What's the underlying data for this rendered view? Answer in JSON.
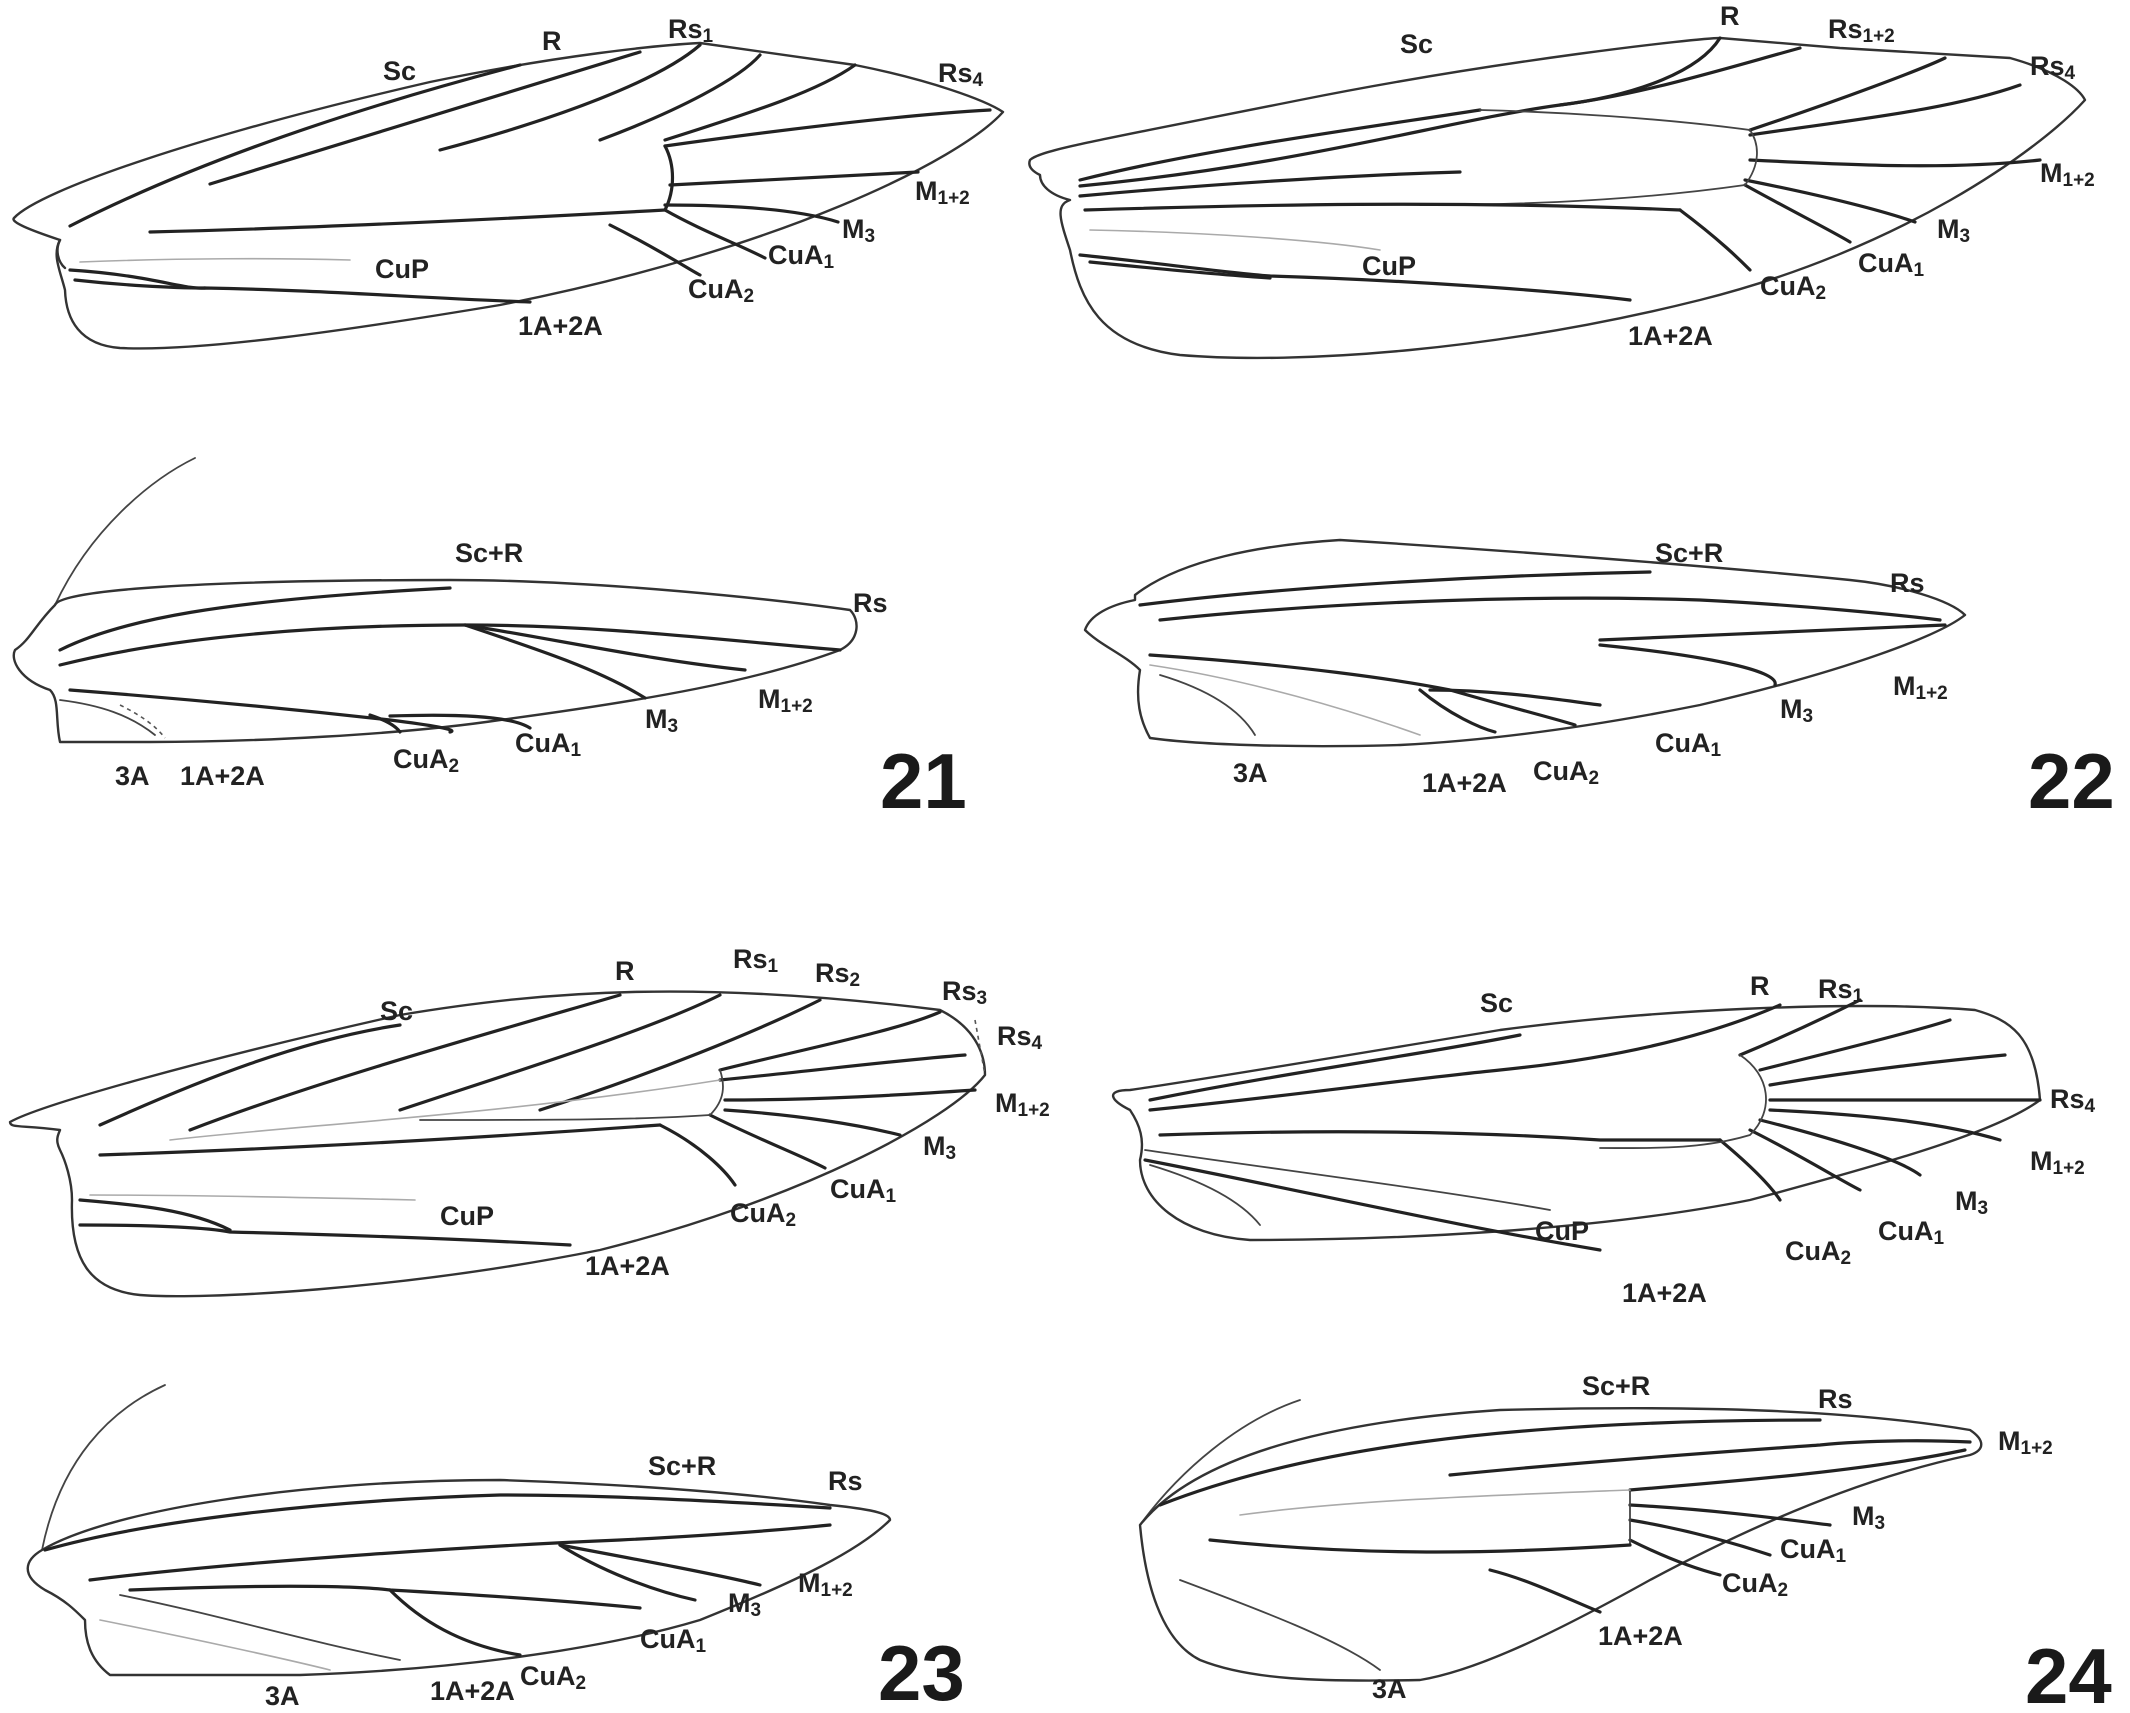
{
  "plate": {
    "figures": [
      {
        "number": "21",
        "forewing_labels": [
          {
            "base": "Sc",
            "sub": ""
          },
          {
            "base": "R",
            "sub": ""
          },
          {
            "base": "Rs",
            "sub": "1"
          },
          {
            "base": "Rs",
            "sub": "4"
          },
          {
            "base": "M",
            "sub": "1+2"
          },
          {
            "base": "M",
            "sub": "3"
          },
          {
            "base": "CuA",
            "sub": "1"
          },
          {
            "base": "CuA",
            "sub": "2"
          },
          {
            "base": "CuP",
            "sub": ""
          },
          {
            "base": "1A+2A",
            "sub": ""
          }
        ],
        "hindwing_labels": [
          {
            "base": "Sc+R",
            "sub": ""
          },
          {
            "base": "Rs",
            "sub": ""
          },
          {
            "base": "M",
            "sub": "1+2"
          },
          {
            "base": "M",
            "sub": "3"
          },
          {
            "base": "CuA",
            "sub": "1"
          },
          {
            "base": "CuA",
            "sub": "2"
          },
          {
            "base": "3A",
            "sub": ""
          },
          {
            "base": "1A+2A",
            "sub": ""
          }
        ]
      },
      {
        "number": "22",
        "forewing_labels": [
          {
            "base": "Sc",
            "sub": ""
          },
          {
            "base": "R",
            "sub": ""
          },
          {
            "base": "Rs",
            "sub": "1+2"
          },
          {
            "base": "Rs",
            "sub": "4"
          },
          {
            "base": "M",
            "sub": "1+2"
          },
          {
            "base": "M",
            "sub": "3"
          },
          {
            "base": "CuA",
            "sub": "1"
          },
          {
            "base": "CuA",
            "sub": "2"
          },
          {
            "base": "CuP",
            "sub": ""
          },
          {
            "base": "1A+2A",
            "sub": ""
          }
        ],
        "hindwing_labels": [
          {
            "base": "Sc+R",
            "sub": ""
          },
          {
            "base": "Rs",
            "sub": ""
          },
          {
            "base": "M",
            "sub": "1+2"
          },
          {
            "base": "M",
            "sub": "3"
          },
          {
            "base": "CuA",
            "sub": "1"
          },
          {
            "base": "3A",
            "sub": ""
          },
          {
            "base": "1A+2A",
            "sub": ""
          },
          {
            "base": "CuA",
            "sub": "2"
          }
        ]
      },
      {
        "number": "23",
        "forewing_labels": [
          {
            "base": "Sc",
            "sub": ""
          },
          {
            "base": "R",
            "sub": ""
          },
          {
            "base": "Rs",
            "sub": "1"
          },
          {
            "base": "Rs",
            "sub": "2"
          },
          {
            "base": "Rs",
            "sub": "3"
          },
          {
            "base": "Rs",
            "sub": "4"
          },
          {
            "base": "M",
            "sub": "1+2"
          },
          {
            "base": "M",
            "sub": "3"
          },
          {
            "base": "CuA",
            "sub": "1"
          },
          {
            "base": "CuA",
            "sub": "2"
          },
          {
            "base": "CuP",
            "sub": ""
          },
          {
            "base": "1A+2A",
            "sub": ""
          }
        ],
        "hindwing_labels": [
          {
            "base": "Sc+R",
            "sub": ""
          },
          {
            "base": "Rs",
            "sub": ""
          },
          {
            "base": "M",
            "sub": "1+2"
          },
          {
            "base": "M",
            "sub": "3"
          },
          {
            "base": "CuA",
            "sub": "1"
          },
          {
            "base": "3A",
            "sub": ""
          },
          {
            "base": "1A+2A",
            "sub": ""
          },
          {
            "base": "CuA",
            "sub": "2"
          }
        ]
      },
      {
        "number": "24",
        "forewing_labels": [
          {
            "base": "Sc",
            "sub": ""
          },
          {
            "base": "R",
            "sub": ""
          },
          {
            "base": "Rs",
            "sub": "1"
          },
          {
            "base": "Rs",
            "sub": "4"
          },
          {
            "base": "M",
            "sub": "1+2"
          },
          {
            "base": "M",
            "sub": "3"
          },
          {
            "base": "CuA",
            "sub": "1"
          },
          {
            "base": "CuA",
            "sub": "2"
          },
          {
            "base": "CuP",
            "sub": ""
          },
          {
            "base": "1A+2A",
            "sub": ""
          }
        ],
        "hindwing_labels": [
          {
            "base": "Sc+R",
            "sub": ""
          },
          {
            "base": "Rs",
            "sub": ""
          },
          {
            "base": "M",
            "sub": "1+2"
          },
          {
            "base": "M",
            "sub": "3"
          },
          {
            "base": "CuA",
            "sub": "1"
          },
          {
            "base": "CuA",
            "sub": "2"
          },
          {
            "base": "1A+2A",
            "sub": ""
          },
          {
            "base": "3A",
            "sub": ""
          }
        ]
      }
    ]
  }
}
